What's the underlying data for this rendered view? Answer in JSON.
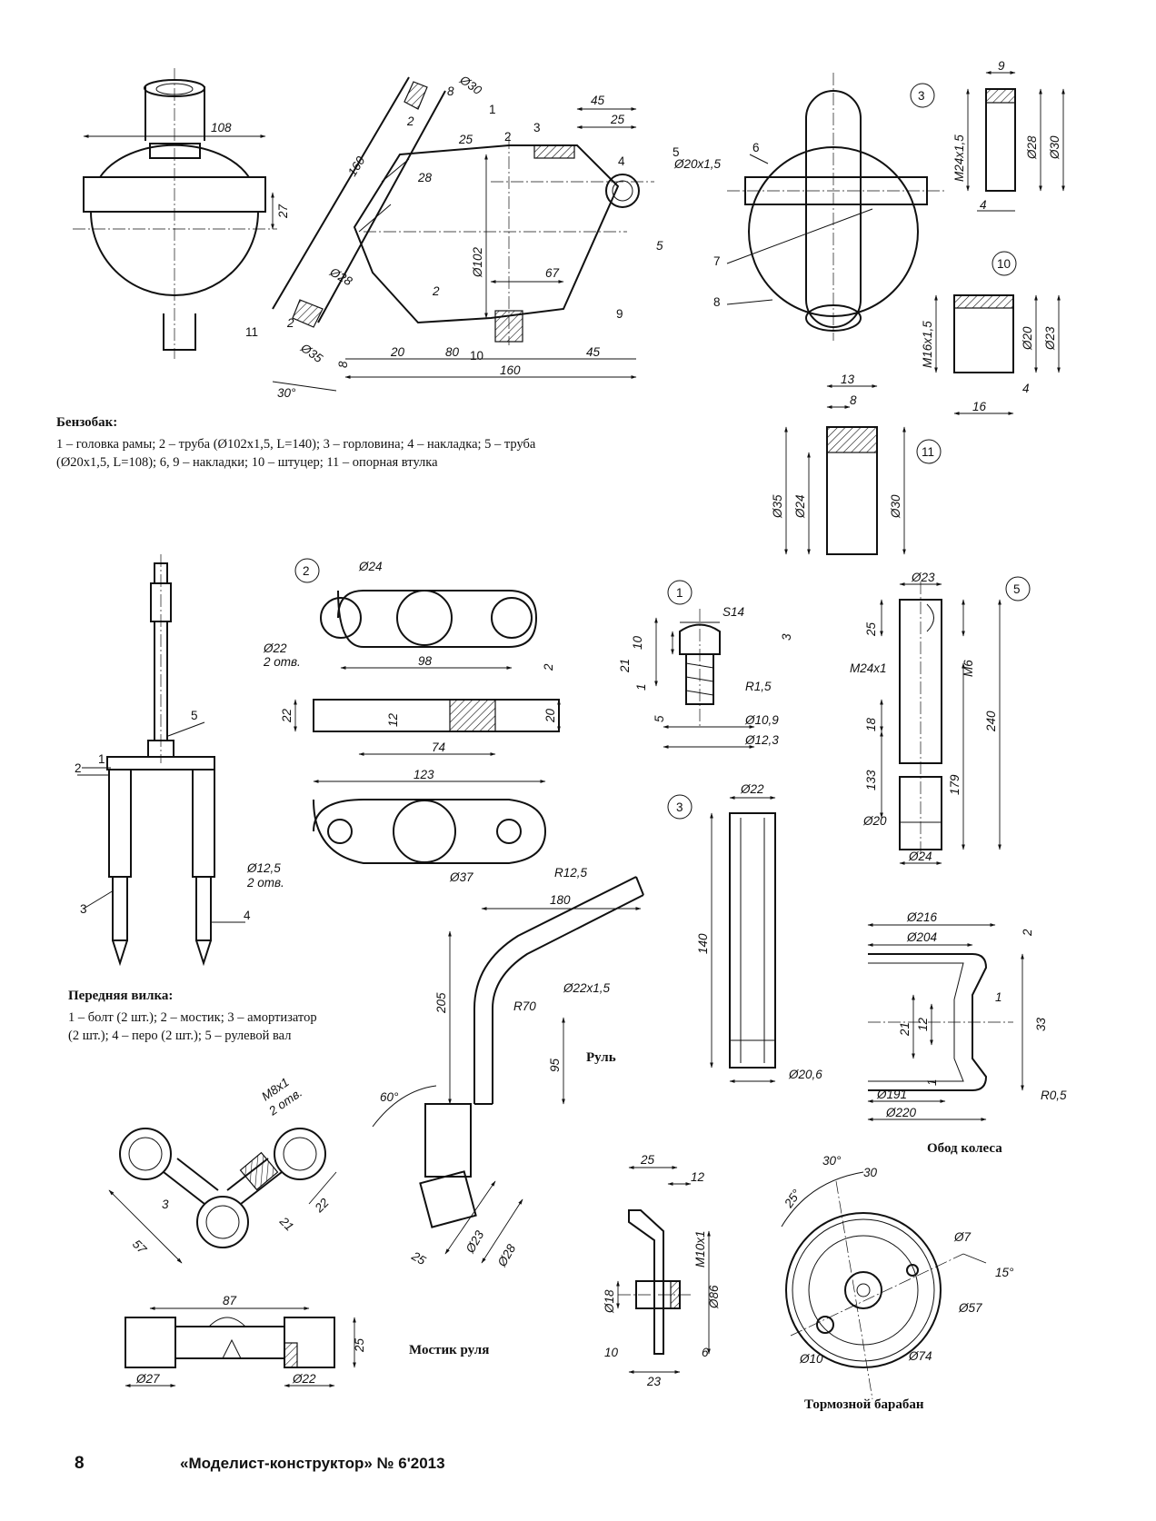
{
  "fuel_tank": {
    "caption_title": "Бензобак:",
    "caption_line1": "1 – головка рамы; 2 – труба (Ø102х1,5, L=140); 3 – горловина; 4 – накладка; 5 – труба",
    "caption_line2": "(Ø20х1,5, L=108); 6, 9 – накладки; 10 – штуцер; 11 – опорная втулка",
    "front_dims": [
      "108",
      "27"
    ],
    "side_dims": [
      "Ø30",
      "8",
      "2",
      "25",
      "1",
      "2",
      "3",
      "45",
      "25",
      "4",
      "5",
      "Ø20x1,5",
      "160",
      "28",
      "Ø102",
      "5",
      "67",
      "Ø28",
      "2",
      "9",
      "11",
      "2",
      "Ø35",
      "8",
      "20",
      "80",
      "10",
      "45",
      "160",
      "30°"
    ],
    "top_refs": [
      "6",
      "7",
      "8"
    ],
    "part3_label": "3",
    "part3_dims": [
      "9",
      "M24x1,5",
      "Ø28",
      "Ø30",
      "4"
    ],
    "part10_label": "10",
    "part10_dims": [
      "M16x1,5",
      "Ø20",
      "Ø23",
      "4",
      "16"
    ],
    "part11_label": "11",
    "part11_dims": [
      "13",
      "8",
      "Ø35",
      "Ø24",
      "Ø30"
    ]
  },
  "front_fork": {
    "caption_title": "Передняя вилка:",
    "caption_line1": "1 – болт (2 шт.); 2 – мостик; 3 – амортизатор",
    "caption_line2": "(2 шт.); 4 – перо (2 шт.); 5 – рулевой вал",
    "refs": [
      "1",
      "2",
      "3",
      "4",
      "5"
    ]
  },
  "bridge_part2": {
    "label": "2",
    "dims": [
      "Ø24",
      "Ø22",
      "2 отв.",
      "98",
      "2",
      "22",
      "12",
      "20",
      "74",
      "123",
      "Ø12,5",
      "2 отв.",
      "Ø37",
      "R12,5"
    ]
  },
  "bolt_part1": {
    "label": "1",
    "dims": [
      "S14",
      "10",
      "21",
      "3",
      "1",
      "R1,5",
      "5",
      "Ø10,9",
      "Ø12,3"
    ]
  },
  "shock_part3": {
    "label": "3",
    "dims": [
      "Ø22",
      "140",
      "Ø20,6"
    ]
  },
  "shaft_part5": {
    "label": "5",
    "dims": [
      "Ø23",
      "25",
      "M24x1",
      "M6",
      "240",
      "18",
      "133",
      "179",
      "Ø20",
      "Ø24"
    ]
  },
  "handlebar": {
    "title": "Руль",
    "dims": [
      "180",
      "Ø22x1,5",
      "205",
      "R70",
      "95"
    ]
  },
  "wheel_rim": {
    "title": "Обод колеса",
    "dims": [
      "Ø216",
      "2",
      "Ø204",
      "1",
      "21",
      "12",
      "33",
      "Ø191",
      "1",
      "R0,5",
      "Ø220"
    ]
  },
  "handlebar_bridge": {
    "title": "Мостик руля",
    "dims": [
      "M8x1",
      "2 отв.",
      "3",
      "57",
      "22",
      "21",
      "60°",
      "Ø23",
      "Ø28",
      "25",
      "87",
      "25",
      "Ø27",
      "Ø22"
    ]
  },
  "brake_drum": {
    "title": "Тормозной барабан",
    "dims": [
      "25",
      "12",
      "M10x1",
      "Ø18",
      "Ø86",
      "10",
      "6",
      "23",
      "30°",
      "30",
      "25°",
      "Ø7",
      "15°",
      "Ø57",
      "Ø10",
      "Ø74"
    ]
  },
  "footer": {
    "page_number": "8",
    "magazine": "«Моделист-конструктор» № 6'2013"
  }
}
